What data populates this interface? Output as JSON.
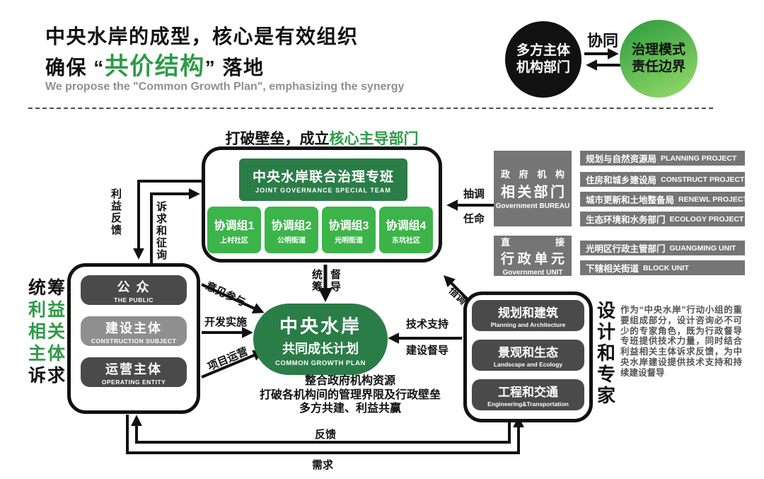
{
  "page": {
    "title_line1": "中央水岸的成型，核心是有效组织",
    "title2_prefix": "确保 “",
    "title2_highlight": "共价结构",
    "title2_suffix": "” 落地",
    "subtitle": "We propose the \"Common Growth Plan\", emphasizing the synergy"
  },
  "colors": {
    "green_dark": "#2B7D48",
    "green_mid": "#3CB44A",
    "green_text": "#2E9B47",
    "gray_box": "#757575",
    "pill_dark": "#4A4A4A",
    "pill_mid": "#8F8F8F",
    "line_black": "#111111"
  },
  "synergy": {
    "black_circle_line1": "多方主体",
    "black_circle_line2": "机构部门",
    "arrow_label": "协同",
    "green_circle_line1": "治理模式",
    "green_circle_line2": "责任边界"
  },
  "team": {
    "header_prefix": "打破壁垒，成立",
    "header_highlight": "核心主导部门",
    "title": "中央水岸联合治理专班",
    "subtitle": "JOINT GOVERNANCE SPECIAL TEAM",
    "groups": [
      {
        "name": "协调组1",
        "sub": "上村社区"
      },
      {
        "name": "协调组2",
        "sub": "公明街道"
      },
      {
        "name": "协调组3",
        "sub": "光明街道"
      },
      {
        "name": "协调组4",
        "sub": "东坑社区"
      }
    ]
  },
  "gov_bureau": {
    "row1": "政府机构",
    "row2": "相关部门",
    "sub": "Government BUREAU",
    "bars": [
      {
        "cn": "规划与自然资源局",
        "en": "PLANNING PROJECT"
      },
      {
        "cn": "住房和城乡建设局",
        "en": "CONSTRUCT PROJECT"
      },
      {
        "cn": "城市更新和土地整备局",
        "en": "RENEWL PROJECT"
      },
      {
        "cn": "生态环境和水务部门",
        "en": "ECOLOGY PROJECT"
      }
    ]
  },
  "gov_unit": {
    "row1": "直接",
    "row2": "行政单元",
    "sub": "Government UNIT",
    "bars": [
      {
        "cn": "光明区行政主管部门",
        "en": "GUANGMING UNIT"
      },
      {
        "cn": "下辖相关街道",
        "en": "BLOCK UNIT"
      }
    ]
  },
  "stakeholders": {
    "side_label": [
      "统筹",
      "利益",
      "相关",
      "主体",
      "诉求"
    ],
    "pills": [
      {
        "cn": "公 众",
        "en": "THE PUBLIC"
      },
      {
        "cn": "建设主体",
        "en": "CONSTRUCTION SUBJECT"
      },
      {
        "cn": "运营主体",
        "en": "OPERATING ENTITY"
      }
    ]
  },
  "experts": {
    "side_label": "设计和专家",
    "pills": [
      {
        "cn": "规划和建筑",
        "en": "Planning and Architecture"
      },
      {
        "cn": "景观和生态",
        "en": "Landscape and Ecology"
      },
      {
        "cn": "工程和交通",
        "en": "Engineering&Transportation"
      }
    ],
    "note": "作为“中央水岸”行动小组的重要组成部分，设计咨询必不可少的专家角色，既为行政督导专班提供技术力量，同时结合利益相关主体诉求反馈，为中央水岸建设提供技术支持和持续建设督导"
  },
  "growth_plan": {
    "line1": "中央水岸",
    "line2": "共同成长计划",
    "line3": "COMMON GROWTH PLAN",
    "footnote": [
      "整合政府机构资源",
      "打破各机构间的管理界限及行政壁垒",
      "多方共建、利益共赢"
    ]
  },
  "arrow_labels": {
    "secondment": "抽调",
    "appointment": "任命",
    "transfer": "借调",
    "coordinate": "统筹",
    "supervise": "督导",
    "benefit_feedback": "利益反馈",
    "appeal_consult": "诉求和征询",
    "opinion": "意见参与",
    "development": "开发实施",
    "operation": "项目运营",
    "tech_support": "技术支持",
    "construction_supervision": "建设督导",
    "feedback": "反馈",
    "demand": "需求"
  }
}
